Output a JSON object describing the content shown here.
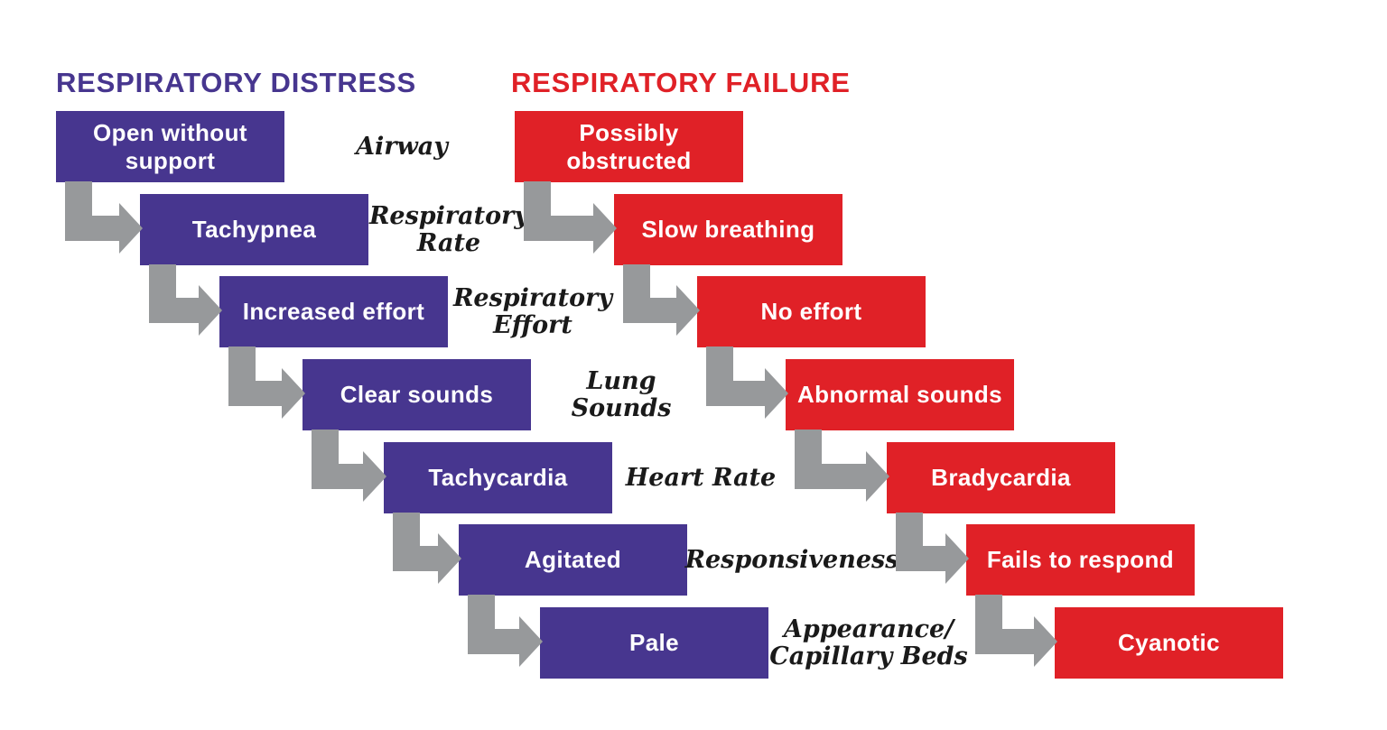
{
  "headers": {
    "distress": "RESPIRATORY DISTRESS",
    "failure": "RESPIRATORY FAILURE"
  },
  "colors": {
    "distress": "#47368F",
    "failure": "#E02127",
    "arrow": "#97999B",
    "category_text": "#1A1A1A",
    "box_text": "#FFFFFF",
    "background": "#FFFFFF"
  },
  "rows": [
    {
      "category": "Airway",
      "distress": "Open without\nsupport",
      "failure": "Possibly\nobstructed"
    },
    {
      "category": "Respiratory\nRate",
      "distress": "Tachypnea",
      "failure": "Slow breathing"
    },
    {
      "category": "Respiratory\nEffort",
      "distress": "Increased effort",
      "failure": "No effort"
    },
    {
      "category": "Lung\nSounds",
      "distress": "Clear sounds",
      "failure": "Abnormal sounds"
    },
    {
      "category": "Heart Rate",
      "distress": "Tachycardia",
      "failure": "Bradycardia"
    },
    {
      "category": "Responsiveness",
      "distress": "Agitated",
      "failure": "Fails to respond"
    },
    {
      "category": "Appearance/\nCapillary Beds",
      "distress": "Pale",
      "failure": "Cyanotic"
    }
  ]
}
